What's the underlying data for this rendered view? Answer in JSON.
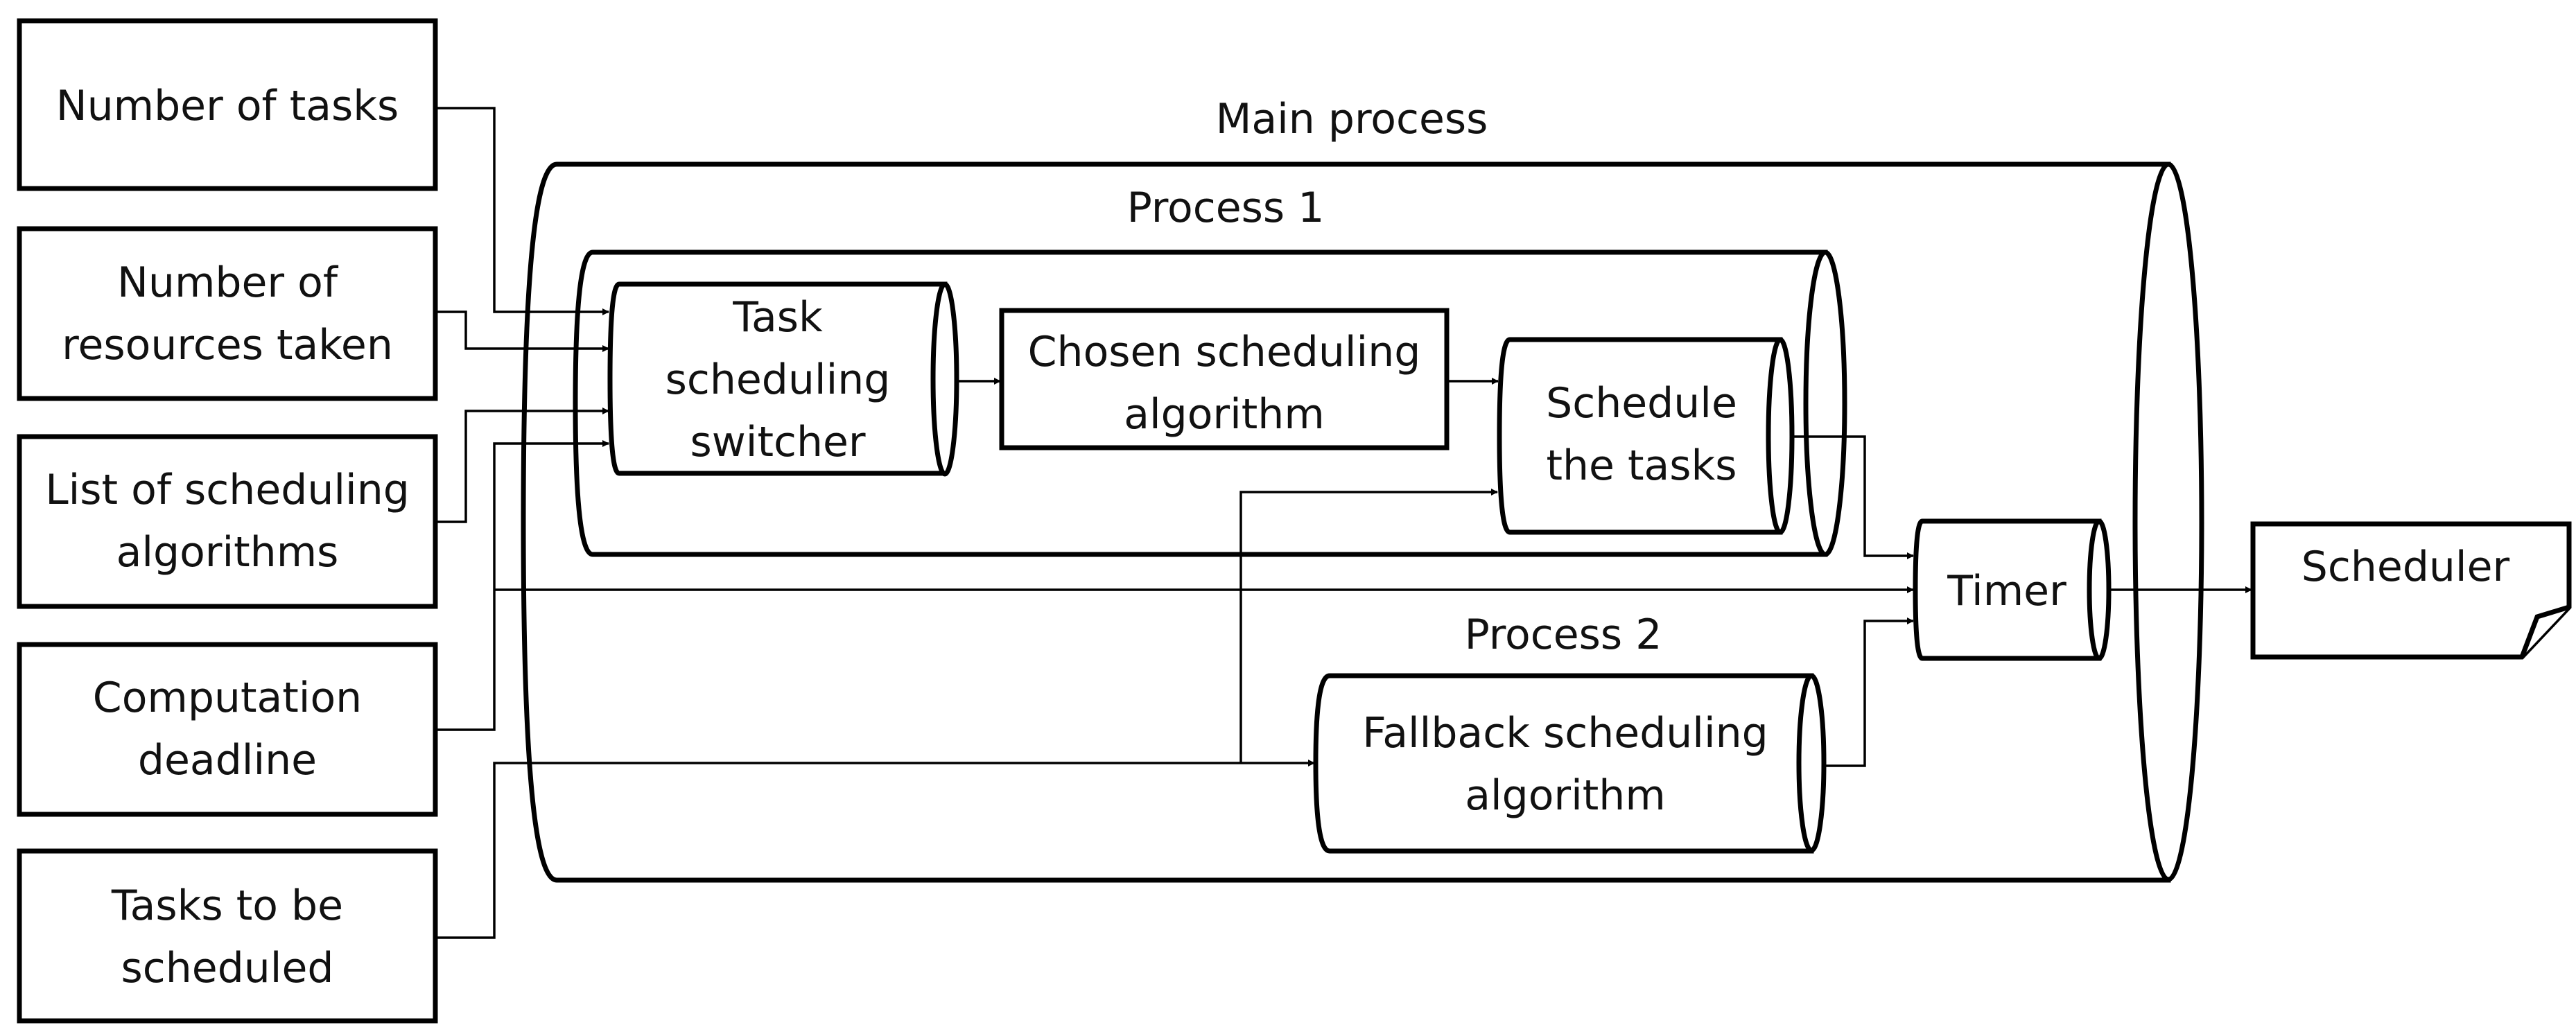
{
  "inputs": {
    "number_of_tasks": "Number of tasks",
    "number_of_resources": [
      "Number of",
      "resources taken"
    ],
    "list_of_algorithms": [
      "List of scheduling",
      "algorithms"
    ],
    "computation_deadline": [
      "Computation",
      "deadline"
    ],
    "tasks_to_schedule": [
      "Tasks to be",
      "scheduled"
    ]
  },
  "main_process": {
    "label": "Main process"
  },
  "process1": {
    "label": "Process 1",
    "switcher": [
      "Task",
      "scheduling",
      "switcher"
    ],
    "chosen_algorithm": [
      "Chosen scheduling",
      "algorithm"
    ],
    "schedule_tasks": [
      "Schedule",
      "the tasks"
    ]
  },
  "process2": {
    "label": "Process 2",
    "fallback": [
      "Fallback scheduling",
      "algorithm"
    ]
  },
  "timer": {
    "label": "Timer"
  },
  "output": {
    "label": "Scheduler"
  }
}
